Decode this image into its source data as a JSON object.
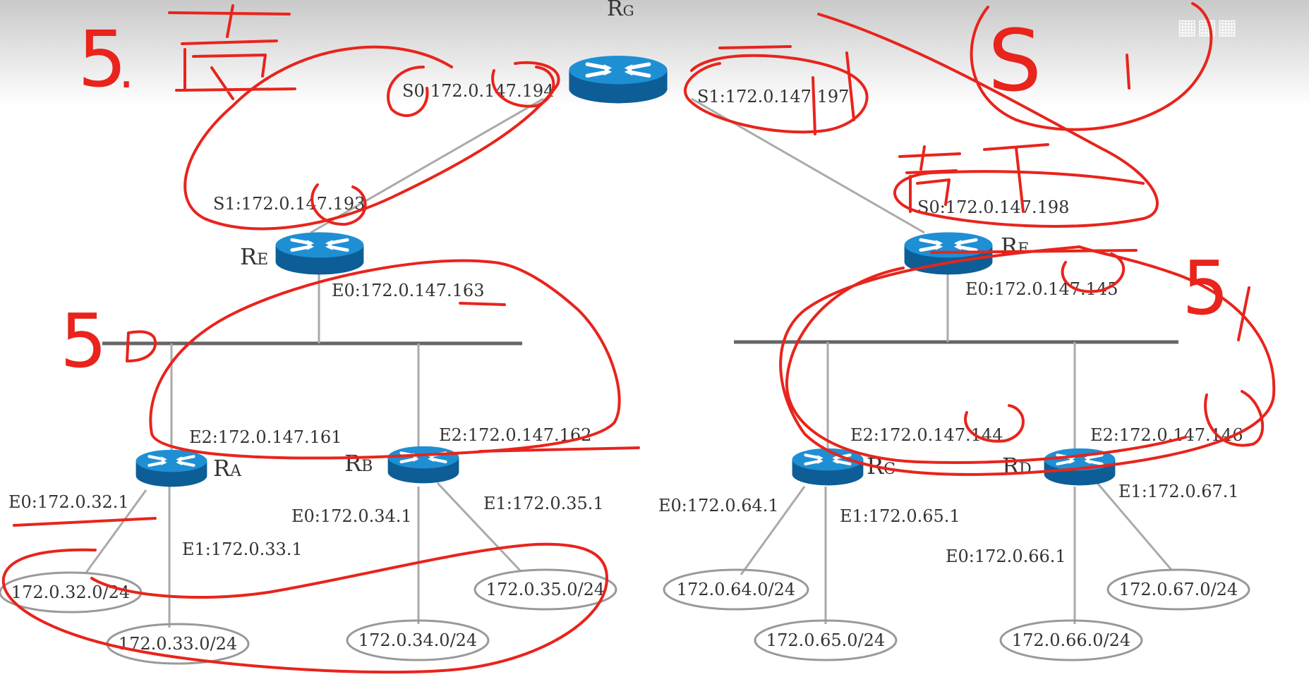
{
  "routers": {
    "rg": {
      "prefix": "R",
      "sub": "G"
    },
    "re": {
      "prefix": "R",
      "sub": "E"
    },
    "rf": {
      "prefix": "R",
      "sub": "F"
    },
    "ra": {
      "prefix": "R",
      "sub": "A"
    },
    "rb": {
      "prefix": "R",
      "sub": "B"
    },
    "rc": {
      "prefix": "R",
      "sub": "C"
    },
    "rd": {
      "prefix": "R",
      "sub": "D"
    }
  },
  "interfaces": {
    "rg_s0": "S0:172.0.147.194",
    "rg_s1": "S1:172.0.147.197",
    "re_s1": "S1:172.0.147.193",
    "rf_s0": "S0:172.0.147.198",
    "re_e0": "E0:172.0.147.163",
    "rf_e0": "E0:172.0.147.145",
    "ra_e2": "E2:172.0.147.161",
    "rb_e2": "E2:172.0.147.162",
    "rc_e2": "E2:172.0.147.144",
    "rd_e2": "E2:172.0.147.146",
    "ra_e0": "E0:172.0.32.1",
    "ra_e1": "E1:172.0.33.1",
    "rb_e0": "E0:172.0.34.1",
    "rb_e1": "E1:172.0.35.1",
    "rc_e0": "E0:172.0.64.1",
    "rc_e1": "E1:172.0.65.1",
    "rd_e0": "E0:172.0.66.1",
    "rd_e1": "E1:172.0.67.1"
  },
  "networks": {
    "n32": "172.0.32.0/24",
    "n33": "172.0.33.0/24",
    "n34": "172.0.34.0/24",
    "n35": "172.0.35.0/24",
    "n64": "172.0.64.0/24",
    "n65": "172.0.65.0/24",
    "n66": "172.0.66.0/24",
    "n67": "172.0.67.0/24"
  },
  "annotations": {
    "left_top_digit": "5",
    "left_top_dot": ".",
    "left_mid_digit": "5",
    "right_top_letter": "S",
    "right_mid_digit": "5"
  },
  "colors": {
    "router_top": "#1f8fd4",
    "router_side": "#0d5e96",
    "link": "#aaaaaa",
    "bus": "#666666",
    "annotation": "#e8241c"
  }
}
